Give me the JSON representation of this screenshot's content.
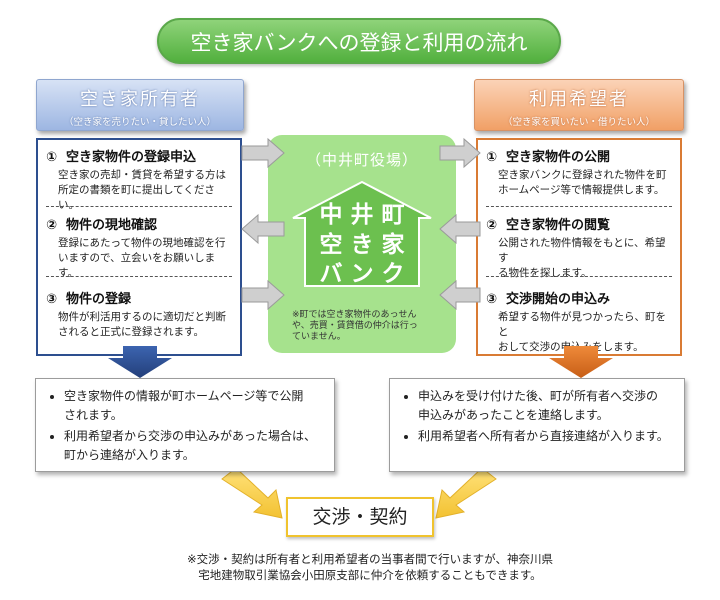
{
  "title": "空き家バンクへの登録と利用の流れ",
  "owner": {
    "heading": "空き家所有者",
    "subheading": "（空き家を売りたい・貸したい人）",
    "steps": [
      {
        "num": "①",
        "title": "空き家物件の登録申込",
        "lines": [
          "空き家の売却・賃貸を希望する方は",
          "所定の書類を町に提出してください。"
        ]
      },
      {
        "num": "②",
        "title": "物件の現地確認",
        "lines": [
          "登録にあたって物件の現地確認を行",
          "いますので、立会いをお願いします。"
        ]
      },
      {
        "num": "③",
        "title": "物件の登録",
        "lines": [
          "物件が利活用するのに適切だと判断",
          "されると正式に登録されます。"
        ]
      }
    ],
    "summary": [
      "空き家物件の情報が町ホームページ等で公開",
      "されます。",
      "利用希望者から交渉の申込みがあった場合は、",
      "町から連絡が入ります。"
    ]
  },
  "center": {
    "office": "（中井町役場）",
    "house_lines": [
      "中 井 町",
      "空 き 家",
      "バ ン ク"
    ],
    "note": [
      "※町では空き家物件のあっせん",
      "や、売買・賃貸借の仲介は行っ",
      "ていません。"
    ]
  },
  "user": {
    "heading": "利用希望者",
    "subheading": "（空き家を買いたい・借りたい人）",
    "steps": [
      {
        "num": "①",
        "title": "空き家物件の公開",
        "lines": [
          "空き家バンクに登録された物件を町",
          "ホームページ等で情報提供します。"
        ]
      },
      {
        "num": "②",
        "title": "空き家物件の閲覧",
        "lines": [
          "公開された物件情報をもとに、希望す",
          "る物件を探します。"
        ]
      },
      {
        "num": "③",
        "title": "交渉開始の申込み",
        "lines": [
          "希望する物件が見つかったら、町をと",
          "おして交渉の申込みをします。"
        ]
      }
    ],
    "summary": [
      "申込みを受け付けた後、町が所有者へ交渉の",
      "申込みがあったことを連絡します。",
      "利用希望者へ所有者から直接連絡が入ります。"
    ]
  },
  "result": "交渉・契約",
  "footnote": [
    "※交渉・契約は所有者と利用希望者の当事者間で行いますが、神奈川県",
    "宅地建物取引業協会小田原支部に仲介を依頼することもできます。"
  ],
  "colors": {
    "green": "#6cc04f",
    "owner_blue": "#2d4f8f",
    "user_orange": "#d97b34",
    "result_yellow": "#f0c32e",
    "arrow_gray": "#c8c8c8"
  }
}
